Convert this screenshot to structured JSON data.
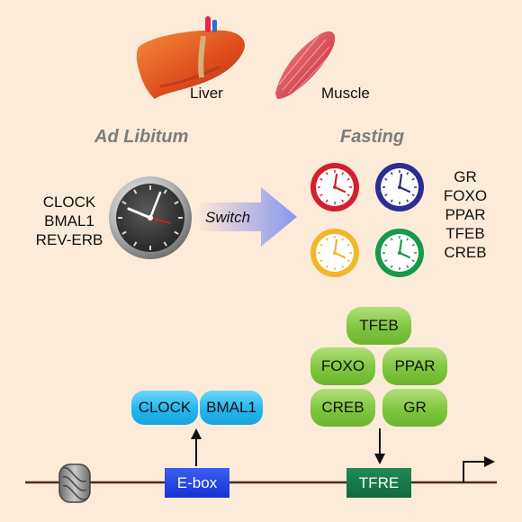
{
  "tissues": {
    "liver_label": "Liver",
    "muscle_label": "Muscle"
  },
  "conditions": {
    "fed": "Ad Libitum",
    "fasting": "Fasting"
  },
  "clock_genes": [
    "CLOCK",
    "BMAL1",
    "REV-ERB"
  ],
  "switch_label": "Switch",
  "fasting_factors": [
    "GR",
    "FOXO",
    "PPAR",
    "TFEB",
    "CREB"
  ],
  "clock_colors": {
    "red": "#d41f2c",
    "blue": "#2c2d91",
    "yellow": "#f1b72b",
    "green": "#159a48"
  },
  "complex_clock": [
    "CLOCK",
    "BMAL1"
  ],
  "complex_fasting": {
    "top": "TFEB",
    "mid_left": "FOXO",
    "mid_right": "PPAR",
    "bot_left": "CREB",
    "bot_right": "GR"
  },
  "dna": {
    "ebox_label": "E-box",
    "tfre_label": "TFRE"
  },
  "colors": {
    "background": "#fcebd9",
    "blue_pill": "#22b6ef",
    "green_pill": "#7ec63e",
    "ebox": "#1e3ae0",
    "tfre": "#137a49"
  }
}
